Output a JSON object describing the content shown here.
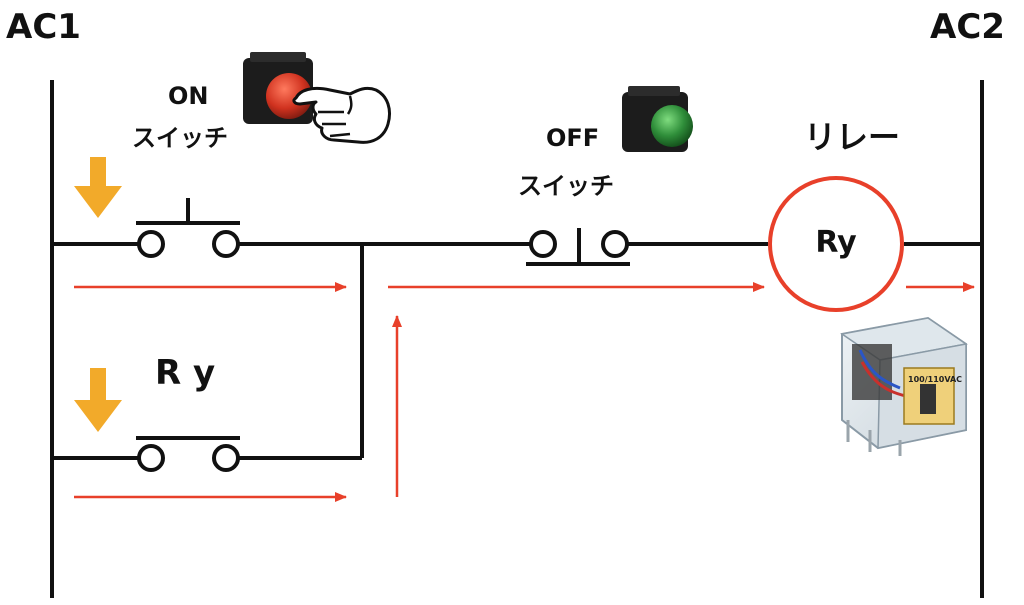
{
  "diagram": {
    "rail_left_label": "AC1",
    "rail_right_label": "AC2",
    "on_switch": {
      "line1": "ON",
      "line2": "スイッチ"
    },
    "off_switch": {
      "line1": "OFF",
      "line2": "スイッチ"
    },
    "relay_title": "リレー",
    "coil_label": "Ry",
    "self_hold_contact_label": "R y",
    "relay_module_text": "100/110VAC",
    "colors": {
      "wire": "#111111",
      "flow_arrow": "#e8402a",
      "press_arrow": "#f2aa2a",
      "on_button": "#d0321f",
      "off_button": "#2f8e3a"
    }
  }
}
